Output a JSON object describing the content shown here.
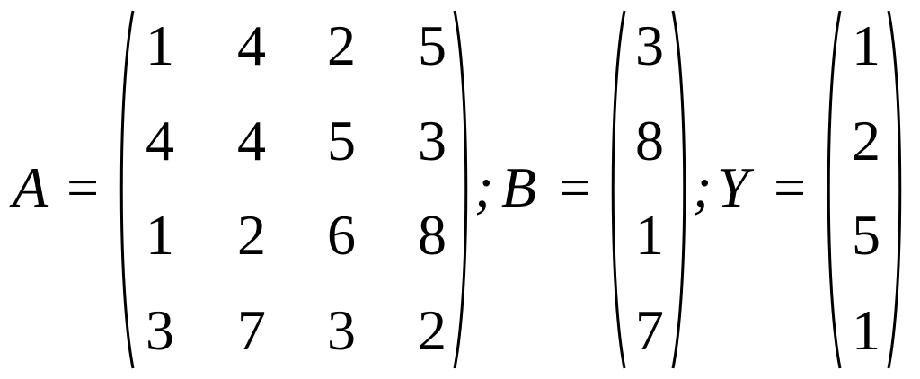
{
  "matrix_a": {
    "name": "A",
    "equals": "=",
    "rows": [
      [
        "1",
        "4",
        "2",
        "5"
      ],
      [
        "4",
        "4",
        "5",
        "3"
      ],
      [
        "1",
        "2",
        "6",
        "8"
      ],
      [
        "3",
        "7",
        "3",
        "2"
      ]
    ]
  },
  "separator_1": ";",
  "vector_b": {
    "name": "B",
    "equals": "=",
    "values": [
      "3",
      "8",
      "1",
      "7"
    ]
  },
  "separator_2": ";",
  "vector_y": {
    "name": "Y",
    "equals": "=",
    "values": [
      "1",
      "2",
      "5",
      "1"
    ]
  }
}
